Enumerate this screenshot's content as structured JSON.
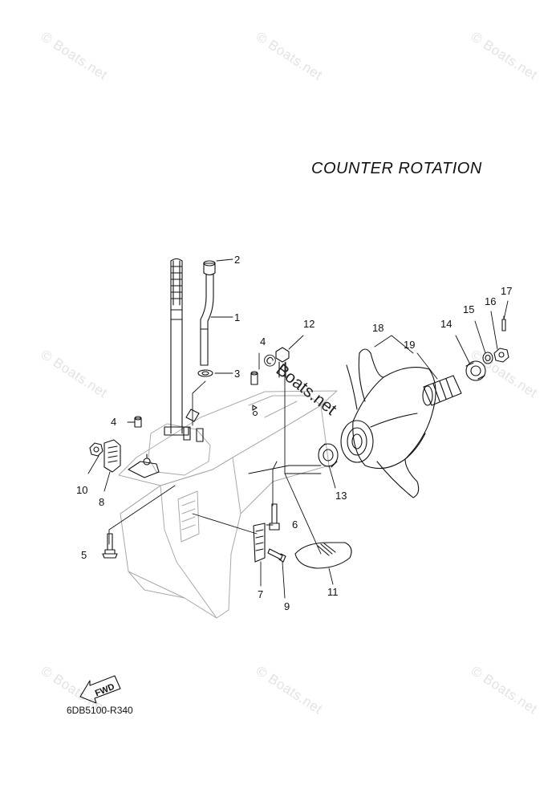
{
  "title": "COUNTER  ROTATION",
  "diagram_code": "6DB5100-R340",
  "fwd_label": "FWD",
  "watermark": "© Boats.net",
  "center_watermark": "© Boats.net",
  "callouts": [
    "1",
    "2",
    "3",
    "4",
    "4",
    "5",
    "6",
    "7",
    "8",
    "9",
    "10",
    "11",
    "12",
    "13",
    "14",
    "15",
    "16",
    "17",
    "18",
    "19"
  ]
}
